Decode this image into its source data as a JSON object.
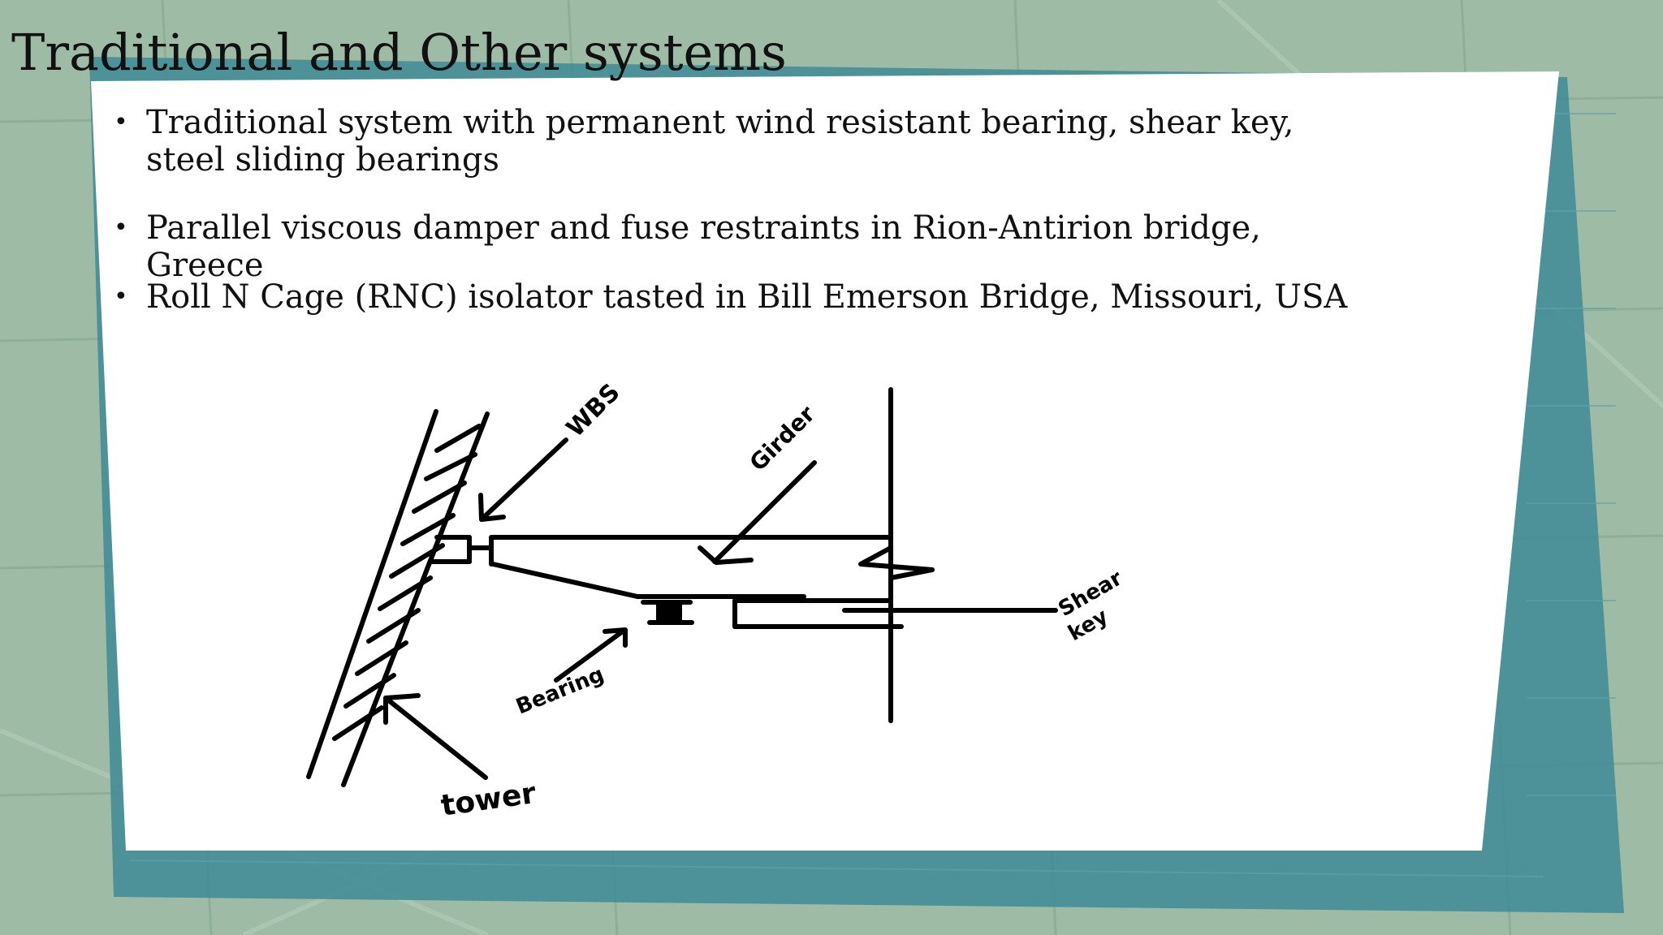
{
  "slide": {
    "title": "Traditional and Other systems",
    "bullets": [
      "Traditional system with permanent wind resistant bearing, shear key, steel sliding bearings",
      "Parallel viscous damper and fuse restraints in Rion-Antirion bridge, Greece",
      "Roll N Cage (RNC) isolator tasted in Bill Emerson Bridge, Missouri, USA"
    ]
  },
  "sketch": {
    "labels": {
      "wbs": "WBS",
      "girder": "Girder",
      "shear_key": [
        "Shear",
        "key"
      ],
      "bearing": "Bearing",
      "tower": "tower"
    }
  },
  "colors": {
    "background": "#9dbba5",
    "panel_teal": "#3f8a96",
    "card": "#ffffff",
    "text": "#111111",
    "ink": "#000000"
  }
}
